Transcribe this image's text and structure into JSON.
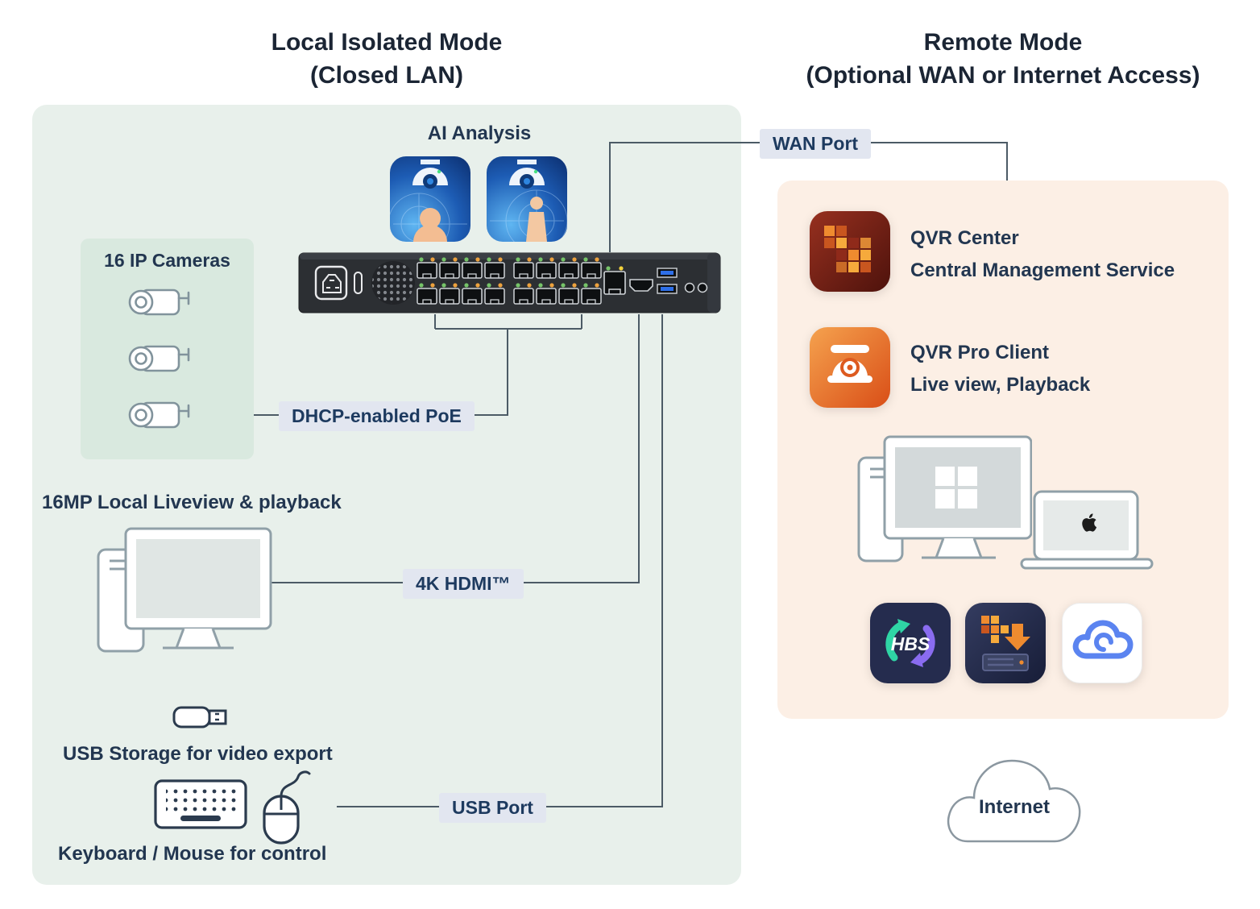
{
  "titles": {
    "left_line1": "Local Isolated Mode",
    "left_line2": "(Closed LAN)",
    "right_line1": "Remote Mode",
    "right_line2": "(Optional WAN or Internet Access)"
  },
  "local": {
    "ai_analysis_label": "AI Analysis",
    "ip_cameras_label": "16 IP Cameras",
    "liveview_label": "16MP Local Liveview & playback",
    "usb_storage_label": "USB Storage for video export",
    "keyboard_mouse_label": "Keyboard / Mouse for control"
  },
  "connector_chips": {
    "wan_port": "WAN Port",
    "dhcp_poe": "DHCP-enabled PoE",
    "hdmi_4k": "4K HDMI™",
    "usb_port": "USB Port"
  },
  "remote": {
    "qvr_center_title": "QVR Center",
    "qvr_center_subtitle": "Central Management Service",
    "qvr_pro_title": "QVR Pro Client",
    "qvr_pro_subtitle": "Live view, Playback",
    "hbs_badge": "HBS",
    "internet_label": "Internet"
  },
  "icons": {
    "ai-face-icon": "dome camera over face silhouette",
    "ai-person-icon": "dome camera over person silhouette",
    "ip-camera-icon": "bullet camera outline",
    "nvr-device": "16-port PoE NVR rear panel",
    "monitor-icon": "desktop monitor with tower",
    "usb-stick-icon": "usb flash drive outline",
    "keyboard-icon": "keyboard outline",
    "mouse-icon": "mouse with cable outline",
    "qvr-center-icon": "red mosaic QVR Center logo",
    "qvr-pro-icon": "orange dome camera app icon",
    "windows-pc-icon": "desktop pc with windows logo",
    "macbook-icon": "laptop with apple logo",
    "hbs-icon": "sync arrows badge",
    "qvr-storage-icon": "recording export to storage drive",
    "myqnapcloud-icon": "blue cloud app icon",
    "internet-cloud": "cloud outline"
  },
  "colors": {
    "local_panel_bg": "#e8f0eb",
    "cameras_box_bg": "#d9e9df",
    "remote_panel_bg": "#fcefe5",
    "chip_bg": "#e2e6f0",
    "connector_line": "#4c5b66",
    "text_primary": "#223650",
    "qvr_orange": "#dd5a1f",
    "cloud_blue": "#5b84f0"
  }
}
